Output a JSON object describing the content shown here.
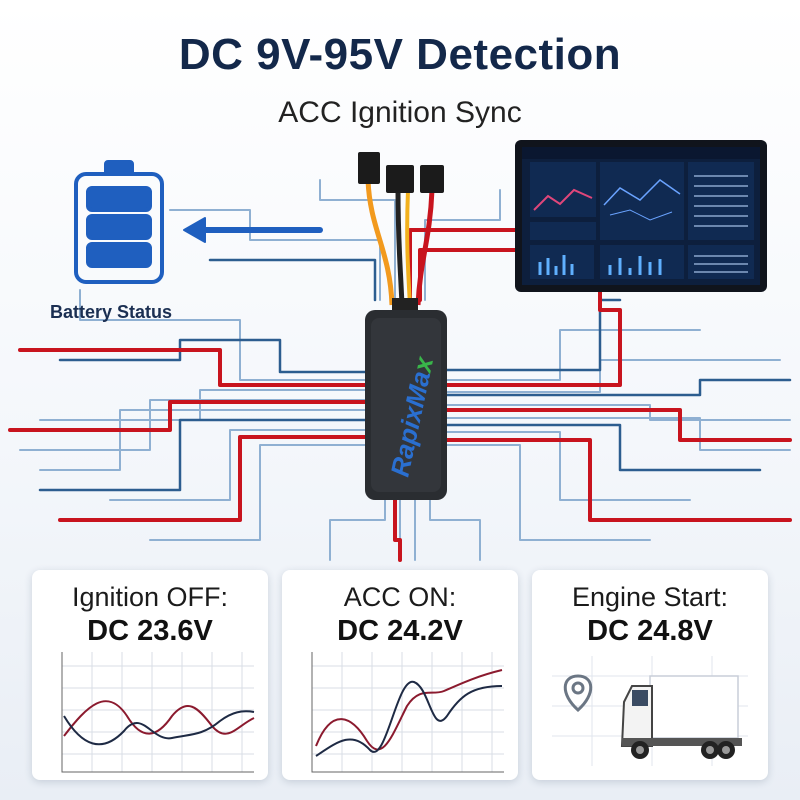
{
  "header": {
    "title": "DC 9V-95V Detection",
    "subtitle": "ACC Ignition Sync"
  },
  "battery": {
    "label": "Battery Status",
    "icon": "battery-icon"
  },
  "device": {
    "brand": "RapixMax"
  },
  "cards": [
    {
      "title": "Ignition OFF:",
      "value": "DC 23.6V",
      "graph": "line-graph"
    },
    {
      "title": "ACC ON:",
      "value": "DC 24.2V",
      "graph": "line-graph"
    },
    {
      "title": "Engine Start:",
      "value": "DC 24.8V",
      "icons": [
        "location-pin-icon",
        "truck-icon"
      ]
    }
  ],
  "colors": {
    "navy": "#13284a",
    "wire_red": "#c8141e",
    "wire_blue": "#2c5d8f",
    "accent_blue": "#1f5fbf"
  }
}
